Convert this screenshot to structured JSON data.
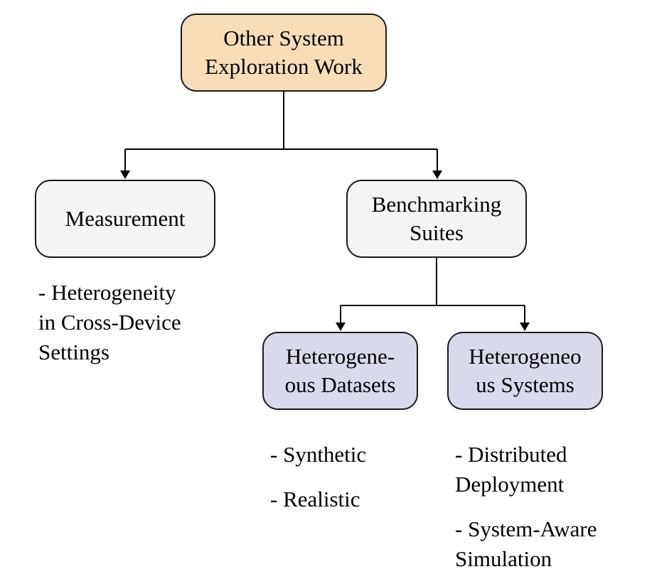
{
  "colors": {
    "root_fill": "#f9ddb6",
    "level1_fill": "#f5f5f5",
    "level2_fill": "#d8daea",
    "stroke": "#1a1a1a"
  },
  "nodes": {
    "root": {
      "lines": [
        "Other System",
        "Exploration Work"
      ]
    },
    "measurement": {
      "lines": [
        "Measurement"
      ]
    },
    "benchmarking": {
      "lines": [
        "Benchmarking",
        "Suites"
      ]
    },
    "datasets": {
      "lines": [
        "Heterogene-",
        "ous Datasets"
      ]
    },
    "systems": {
      "lines": [
        "Heterogeneo",
        "us Systems"
      ]
    }
  },
  "notes": {
    "measurement": {
      "lines": [
        "- Heterogeneity",
        "in Cross-Device",
        "Settings"
      ]
    },
    "datasets": {
      "items": [
        {
          "lines": [
            "- Synthetic"
          ]
        },
        {
          "lines": [
            "- Realistic"
          ]
        }
      ]
    },
    "systems": {
      "items": [
        {
          "lines": [
            "- Distributed",
            "Deployment"
          ]
        },
        {
          "lines": [
            "- System-Aware",
            "Simulation"
          ]
        }
      ]
    }
  }
}
